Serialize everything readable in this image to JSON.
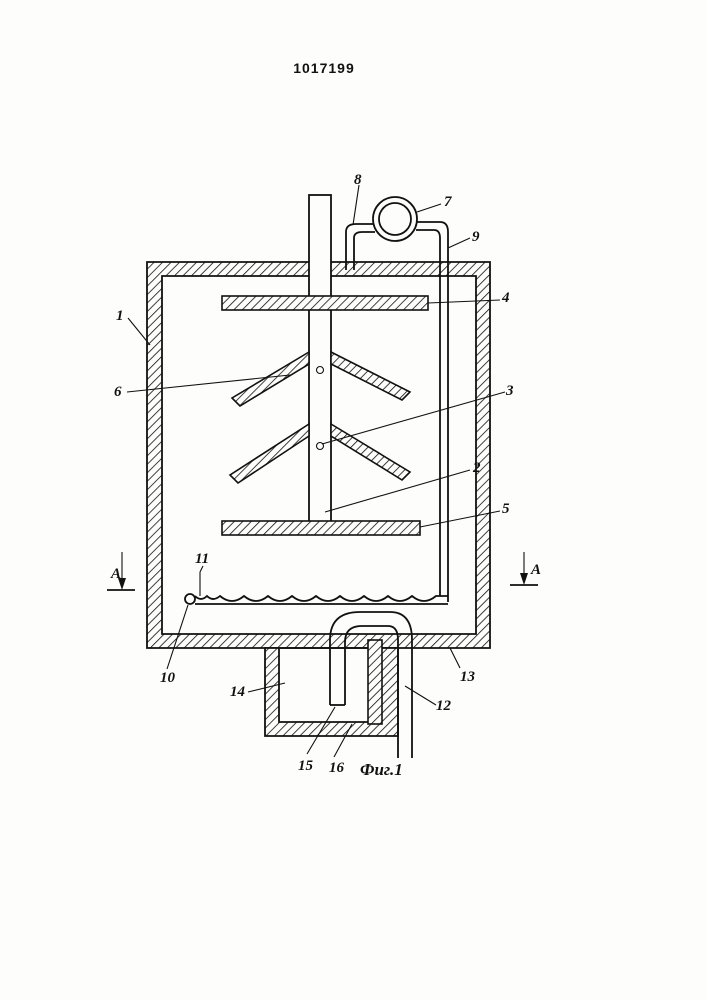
{
  "document": {
    "patent_number": "1017199",
    "figure_caption": "Фиг.1"
  },
  "labels": {
    "l1": "1",
    "l2": "2",
    "l3": "3",
    "l4": "4",
    "l5": "5",
    "l6": "6",
    "l7": "7",
    "l8": "8",
    "l9": "9",
    "l10": "10",
    "l11": "11",
    "l12": "12",
    "l13": "13",
    "l14": "14",
    "l15": "15",
    "l16": "16"
  },
  "section_marks": {
    "left": "A",
    "right": "A"
  }
}
